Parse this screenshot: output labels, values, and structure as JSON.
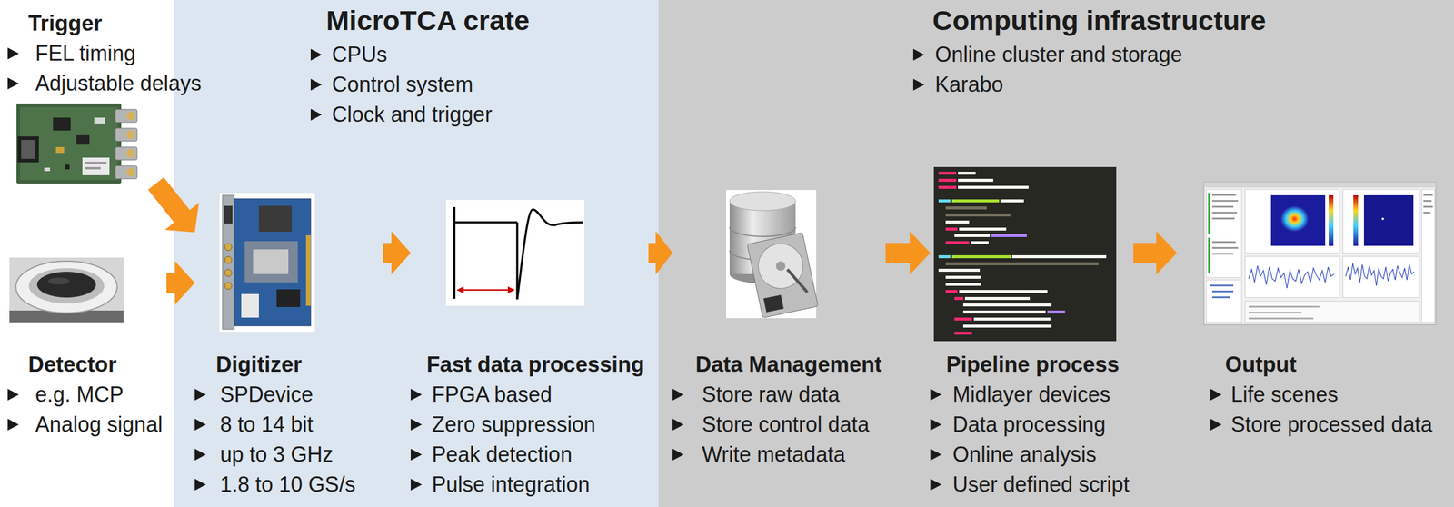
{
  "diagram": {
    "nodes": [
      {
        "text": [
          "Trigger",
          "FEL timing",
          "Adjustable delays"
        ]
      },
      {
        "text": [
          "Detector",
          "e.g. MCP",
          "Analog signal"
        ]
      },
      {
        "text": [
          "MicroTCA crate",
          "CPUs",
          "Control system",
          "Clock and trigger"
        ]
      },
      {
        "text": [
          "Digitizer",
          "SPDevice",
          "8 to 14 bit",
          "up to 3 GHz",
          "1.8 to 10 GS/s"
        ],
        "in": 2
      },
      {
        "text": [
          "Fast data processing",
          "FPGA based",
          "Zero suppression",
          "Peak detection",
          "Pulse integration"
        ],
        "in": 2
      },
      {
        "text": [
          "Computing infrastructure",
          "Online cluster and storage",
          "Karabo"
        ]
      },
      {
        "text": [
          "Data Management",
          "Store raw data",
          "Store control data",
          "Write metadata"
        ],
        "in": 5
      },
      {
        "text": [
          "Pipeline process",
          "Midlayer devices",
          "Data processing",
          "Online analysis",
          "User defined script"
        ],
        "in": 5
      },
      {
        "text": [
          "Output",
          "Life scenes",
          "Store processed data"
        ],
        "in": 5
      }
    ],
    "edges": [
      {
        "from": 0,
        "to": 3,
        "arrow": "to"
      },
      {
        "from": 1,
        "to": 3,
        "arrow": "to"
      },
      {
        "from": 3,
        "to": 4,
        "arrow": "to"
      },
      {
        "from": 4,
        "to": 6,
        "arrow": "to"
      },
      {
        "from": 6,
        "to": 7,
        "arrow": "to"
      },
      {
        "from": 7,
        "to": 8,
        "arrow": "to"
      }
    ]
  }
}
